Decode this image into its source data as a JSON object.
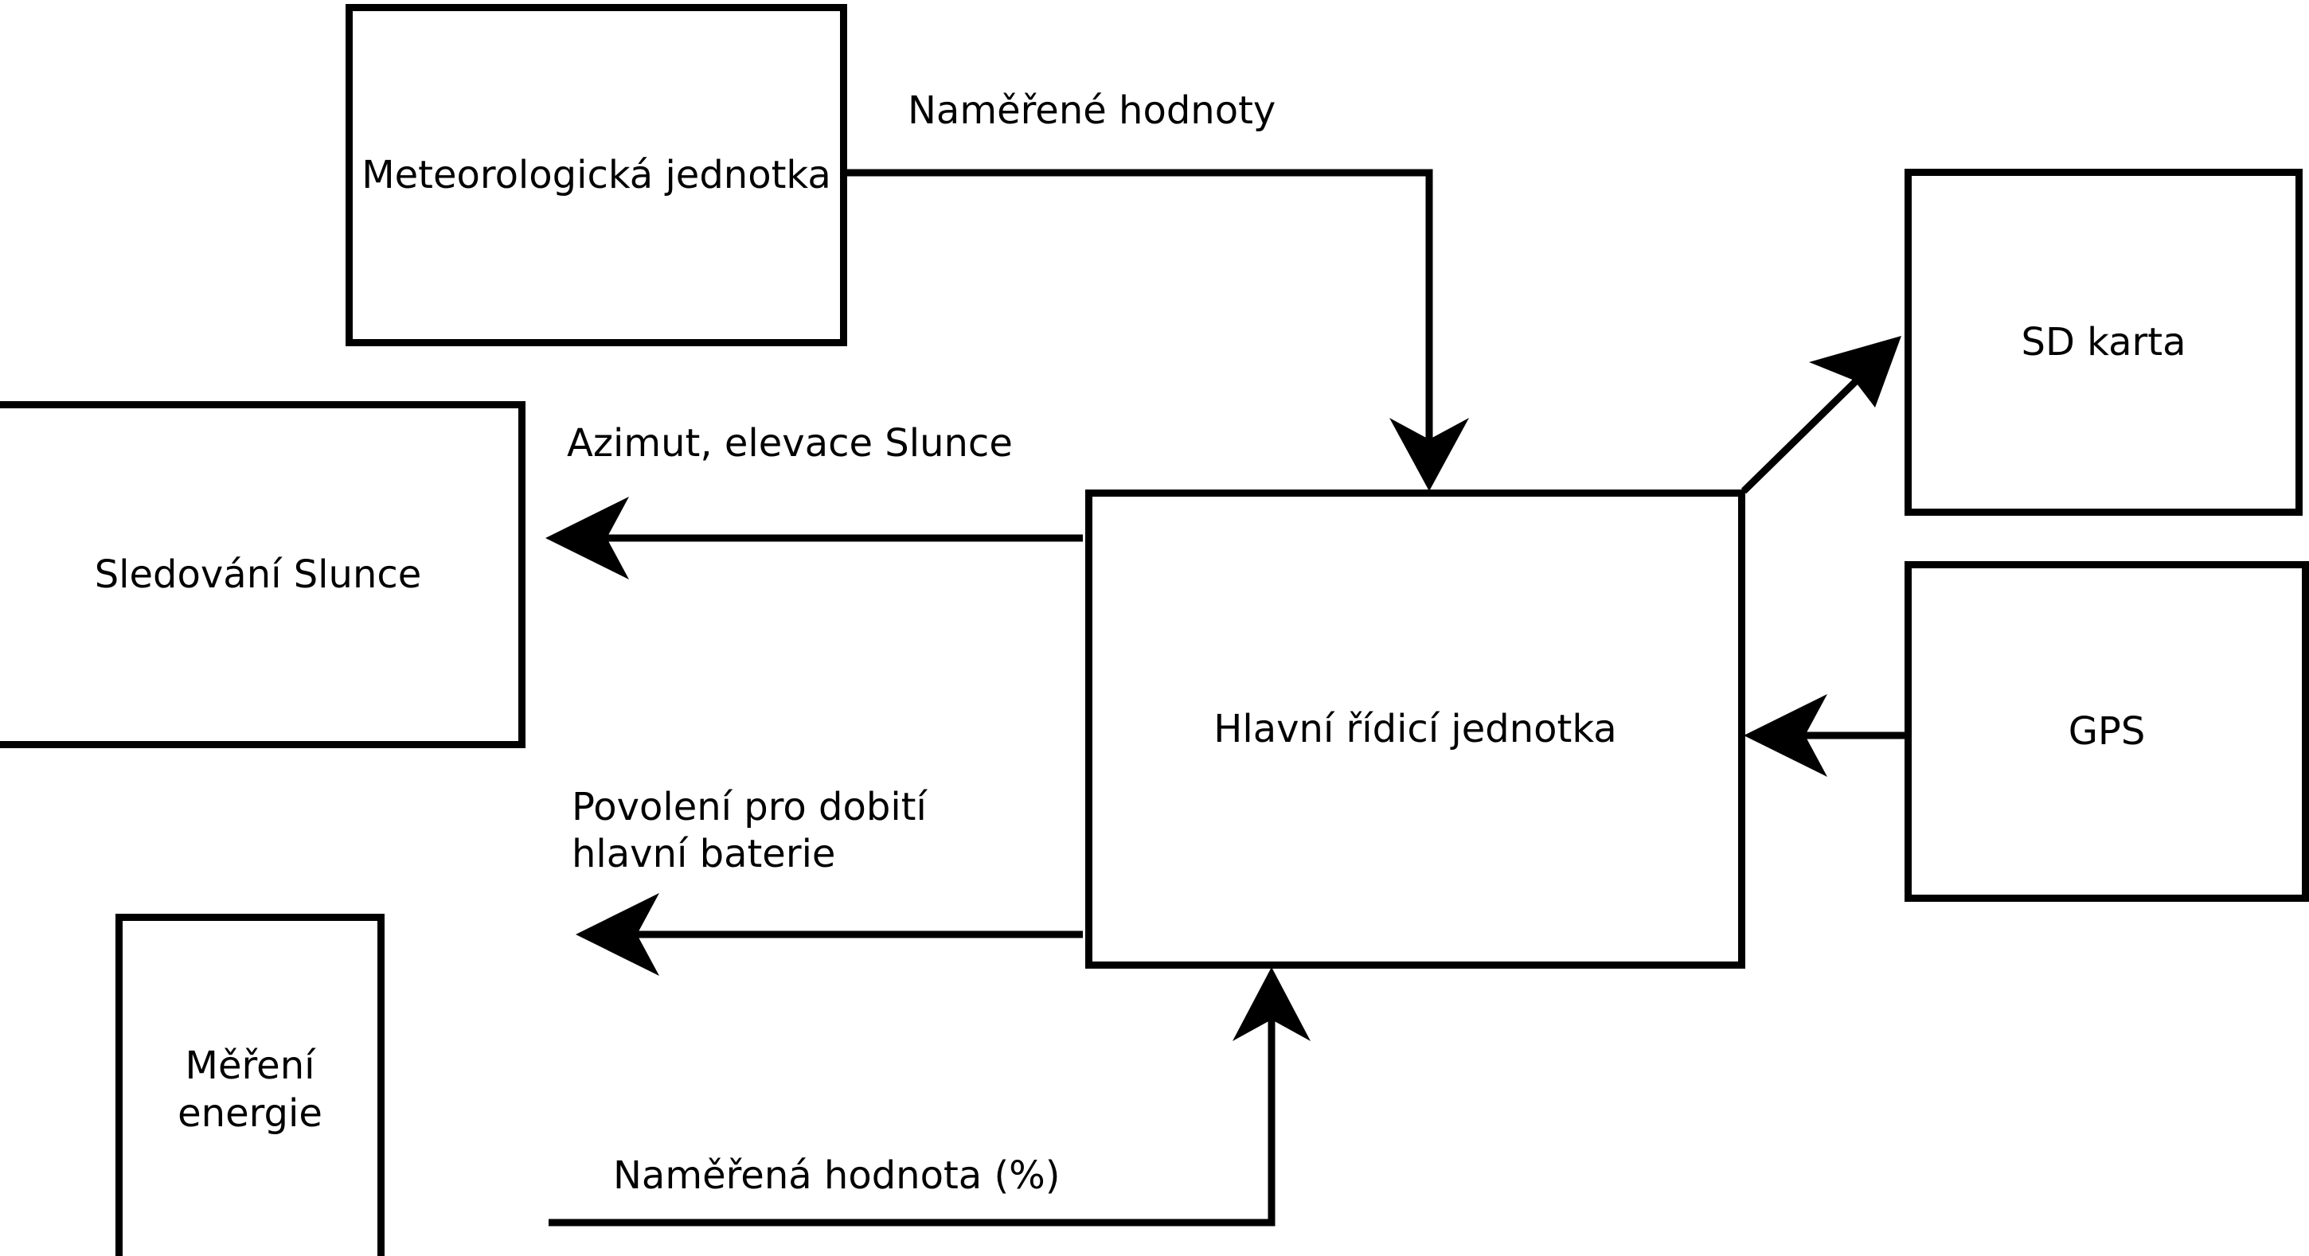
{
  "diagram": {
    "title_text": "",
    "background_color": "#ffffff",
    "line_color": "#000000",
    "nodes": [
      {
        "id": "meteo",
        "label": "Meteorologická\njednotka"
      },
      {
        "id": "tracking",
        "label": "Sledování\nSlunce"
      },
      {
        "id": "energy",
        "label": "Měření\nenergie"
      },
      {
        "id": "main",
        "label": "Hlavní řídicí jednotka"
      },
      {
        "id": "sdcard",
        "label": "SD karta"
      },
      {
        "id": "gps",
        "label": "GPS"
      }
    ],
    "edges": [
      {
        "id": "meteo-to-main",
        "label": "Naměřené hodnoty",
        "from": "meteo",
        "to": "main",
        "direction": "down"
      },
      {
        "id": "main-to-tracking",
        "label": "Azimut, elevace Slunce",
        "from": "main",
        "to": "tracking",
        "direction": "left"
      },
      {
        "id": "main-to-energy",
        "label": "Povolení pro dobití\nhlavní baterie",
        "from": "main",
        "to": "energy",
        "direction": "left"
      },
      {
        "id": "energy-to-main",
        "label": "Naměřená hodnota (%)",
        "from": "energy",
        "to": "main",
        "direction": "up"
      },
      {
        "id": "main-to-sdcard",
        "label": "",
        "from": "main",
        "to": "sdcard",
        "direction": "diagonal-up-right"
      },
      {
        "id": "gps-to-main",
        "label": "",
        "from": "gps",
        "to": "main",
        "direction": "left"
      }
    ]
  }
}
